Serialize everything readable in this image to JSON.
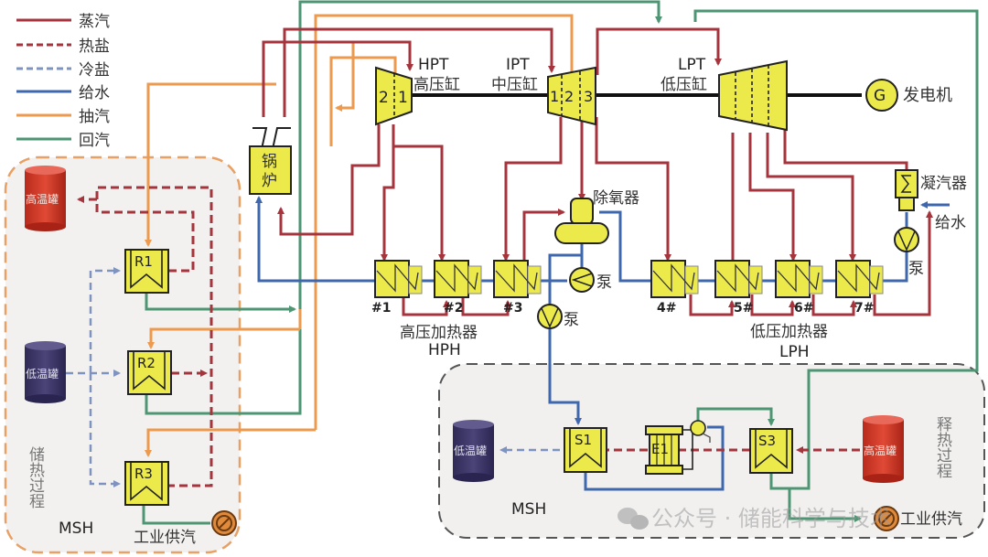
{
  "legend": [
    {
      "key": "steam",
      "label": "蒸汽",
      "color": "#a6343c",
      "style": "solid"
    },
    {
      "key": "hot_salt",
      "label": "热盐",
      "color": "#a6343c",
      "style": "dashed"
    },
    {
      "key": "cold_salt",
      "label": "冷盐",
      "color": "#7f93c0",
      "style": "dashed"
    },
    {
      "key": "feedwater",
      "label": "给水",
      "color": "#3e67ad",
      "style": "solid"
    },
    {
      "key": "extraction",
      "label": "抽汽",
      "color": "#ee9a4e",
      "style": "solid"
    },
    {
      "key": "return_steam",
      "label": "回汽",
      "color": "#4e9673",
      "style": "solid"
    }
  ],
  "turbines": {
    "hpt": {
      "abbr": "HPT",
      "name": "高压缸",
      "stages": [
        "2",
        "1"
      ]
    },
    "ipt": {
      "abbr": "IPT",
      "name": "中压缸",
      "stages": [
        "1",
        "2",
        "3"
      ]
    },
    "lpt": {
      "abbr": "LPT",
      "name": "低压缸"
    }
  },
  "generator": {
    "symbol": "G",
    "name": "发电机"
  },
  "boiler": {
    "name": "锅炉"
  },
  "deaerator": {
    "name": "除氧器"
  },
  "condenser": {
    "name": "凝汽器"
  },
  "feedwater_inlet": {
    "name": "给水"
  },
  "pumps": {
    "label": "泵"
  },
  "hp_heaters": {
    "name": "高压加热器",
    "abbr": "HPH",
    "units": [
      "#1",
      "#2",
      "#3"
    ]
  },
  "lp_heaters": {
    "name": "低压加热器",
    "abbr": "LPH",
    "units": [
      "4#",
      "5#",
      "6#",
      "7#"
    ]
  },
  "storage_process": {
    "title": "储热过程",
    "tag": "MSH",
    "hot_tank": "高温罐",
    "cold_tank": "低温罐",
    "exchangers": [
      "R1",
      "R2",
      "R3"
    ],
    "industrial_steam": "工业供汽"
  },
  "release_process": {
    "title": "释热过程",
    "tag": "MSH",
    "hot_tank": "高温罐",
    "cold_tank": "低温罐",
    "exchangers": [
      "S1",
      "E1",
      "S3"
    ],
    "industrial_steam": "工业供汽"
  },
  "watermark": "公众号 · 储能科学与技术",
  "colors": {
    "equipment_fill": "#ecea4a",
    "hot_tank": "#d0392b",
    "cold_tank": "#3f3a66",
    "valve": "#e08a3c"
  }
}
